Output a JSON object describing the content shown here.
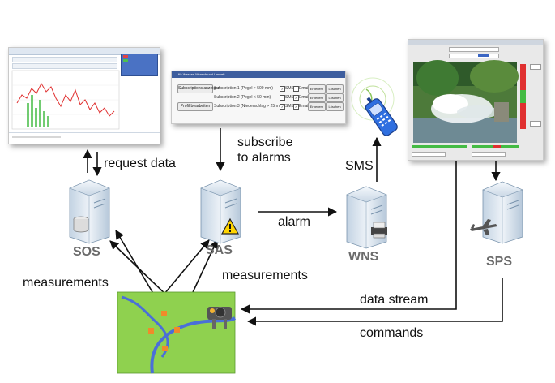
{
  "arrow_labels": {
    "request_data": "request data",
    "subscribe_line1": "subscribe",
    "subscribe_line2": "to alarms",
    "sms": "SMS",
    "alarm": "alarm",
    "measurements_left": "measurements",
    "measurements_right": "measurements",
    "data_stream": "data stream",
    "commands": "commands"
  },
  "services": {
    "sos": "SOS",
    "sas": "SAS",
    "wns": "WNS",
    "sps": "SPS"
  },
  "sas_panel": {
    "header": "für Wasser, Mensch und Umwelt",
    "show_subscriptions_button": "Subscriptions anzeigen",
    "edit_profile_button": "Profil bearbeiten",
    "subscriptions": [
      "Subscription 1 (Pegel > 500 mm)",
      "Subscription 2 (Pegel < 50 mm)",
      "Subscription 3 (Niederschlag > 25 mm)"
    ],
    "option_sms": "SMS",
    "option_email": "Email",
    "renew_button": "Erneuern",
    "delete_button": "Löschen"
  },
  "colors": {
    "arrow": "#111111",
    "sensor_field": "#8fd14f",
    "river": "#4a6fd8",
    "sensor_marker": "#f08a2a",
    "server_body": "#d6e2ee",
    "phone": "#2f6fe0",
    "chart_red": "#e03030",
    "chart_green": "#44bb44"
  },
  "icons": {
    "server": "server-icon",
    "database": "database-icon",
    "warning": "warning-icon",
    "phone": "mobile-phone-icon",
    "printer": "printer-icon",
    "airplane": "airplane-icon",
    "camera": "video-camera-icon"
  }
}
